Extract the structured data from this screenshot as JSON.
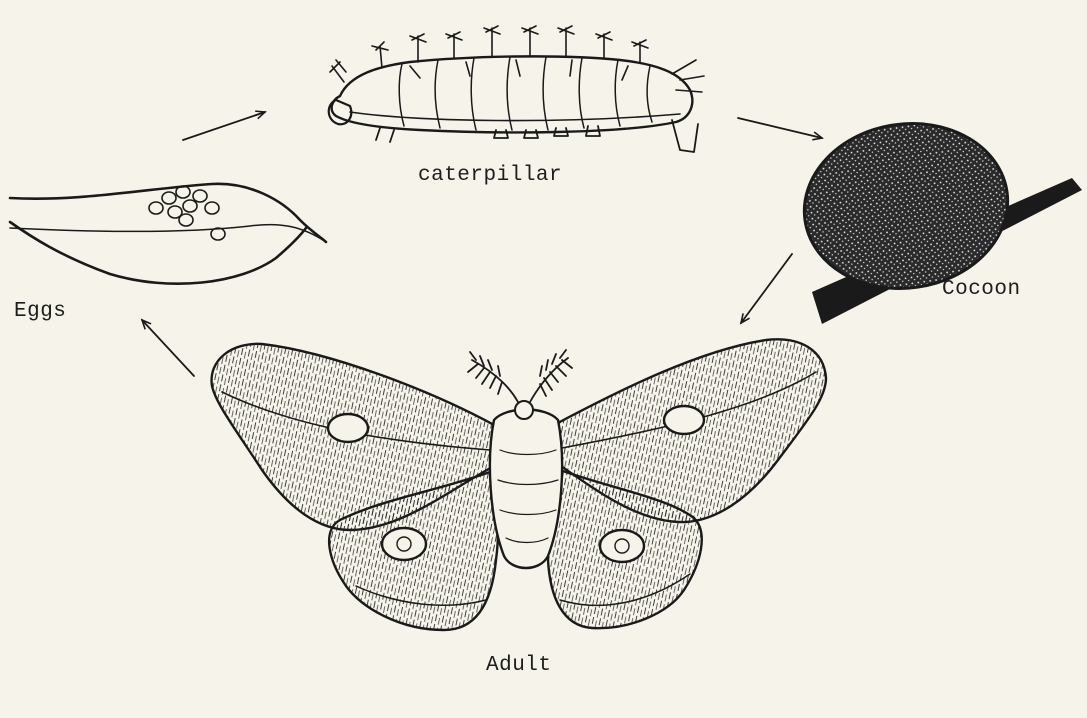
{
  "diagram": {
    "stages": {
      "caterpillar": "caterpillar",
      "cocoon": "Cocoon",
      "eggs": "Eggs",
      "adult": "Adult"
    },
    "ink_color": "#1a1a1a",
    "paper_color": "#f6f4ea"
  }
}
